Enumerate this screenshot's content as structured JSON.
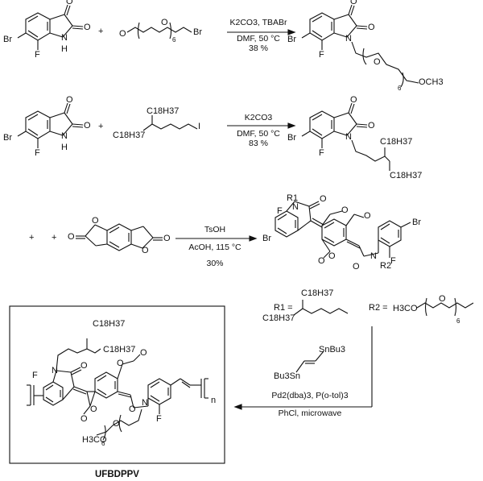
{
  "steps": [
    {
      "conditions": [
        "K2CO3, TBABr",
        "DMF, 50 °C",
        "38 %"
      ]
    },
    {
      "conditions": [
        "K2CO3",
        "DMF, 50 °C",
        "83 %"
      ]
    },
    {
      "conditions": [
        "TsOH",
        "AcOH, 115 °C",
        "30%"
      ]
    },
    {
      "conditions": [
        "Pd2(dba)3, P(o-tol)3",
        "PhCl, microwave"
      ]
    }
  ],
  "labels": {
    "br": "Br",
    "f": "F",
    "n": "N",
    "h": "H",
    "o": "O",
    "i": "I",
    "plus": "+",
    "me_o": "O",
    "och3": "OCH3",
    "h3co": "H3CO",
    "c18h37": "C18H37",
    "r1": "R1",
    "r2": "R2",
    "r1_def": "R1 =",
    "r2_def": "R2 =",
    "sub6": "6",
    "snbu3": "SnBu3",
    "bu3sn": "Bu3Sn",
    "n_repeat": "n",
    "polymer_name": "UFBDPPV"
  }
}
